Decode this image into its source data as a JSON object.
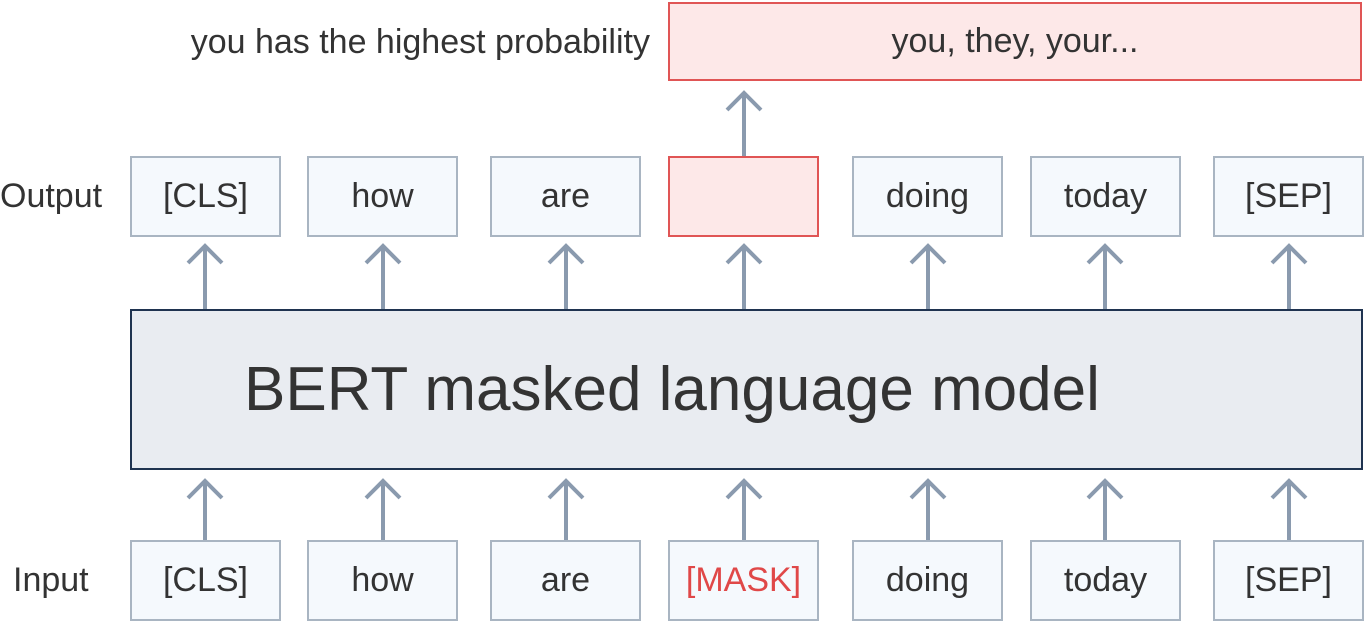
{
  "prediction": {
    "label": "you has the highest probability",
    "candidates": "you, they, your..."
  },
  "labels": {
    "output": "Output",
    "input": "Input"
  },
  "model": {
    "title": "BERT masked language model"
  },
  "output_tokens": [
    "[CLS]",
    "how",
    "are",
    "",
    "doing",
    "today",
    "[SEP]"
  ],
  "input_tokens": [
    "[CLS]",
    "how",
    "are",
    "[MASK]",
    "doing",
    "today",
    "[SEP]"
  ],
  "colors": {
    "mask_highlight": "#e04848",
    "mask_fill": "#fde8e8",
    "token_fill": "#f5f9fd",
    "token_border": "#a9b5c2",
    "model_fill": "#e9ecf1",
    "model_border": "#1f3350",
    "arrow": "#8a9aae"
  }
}
